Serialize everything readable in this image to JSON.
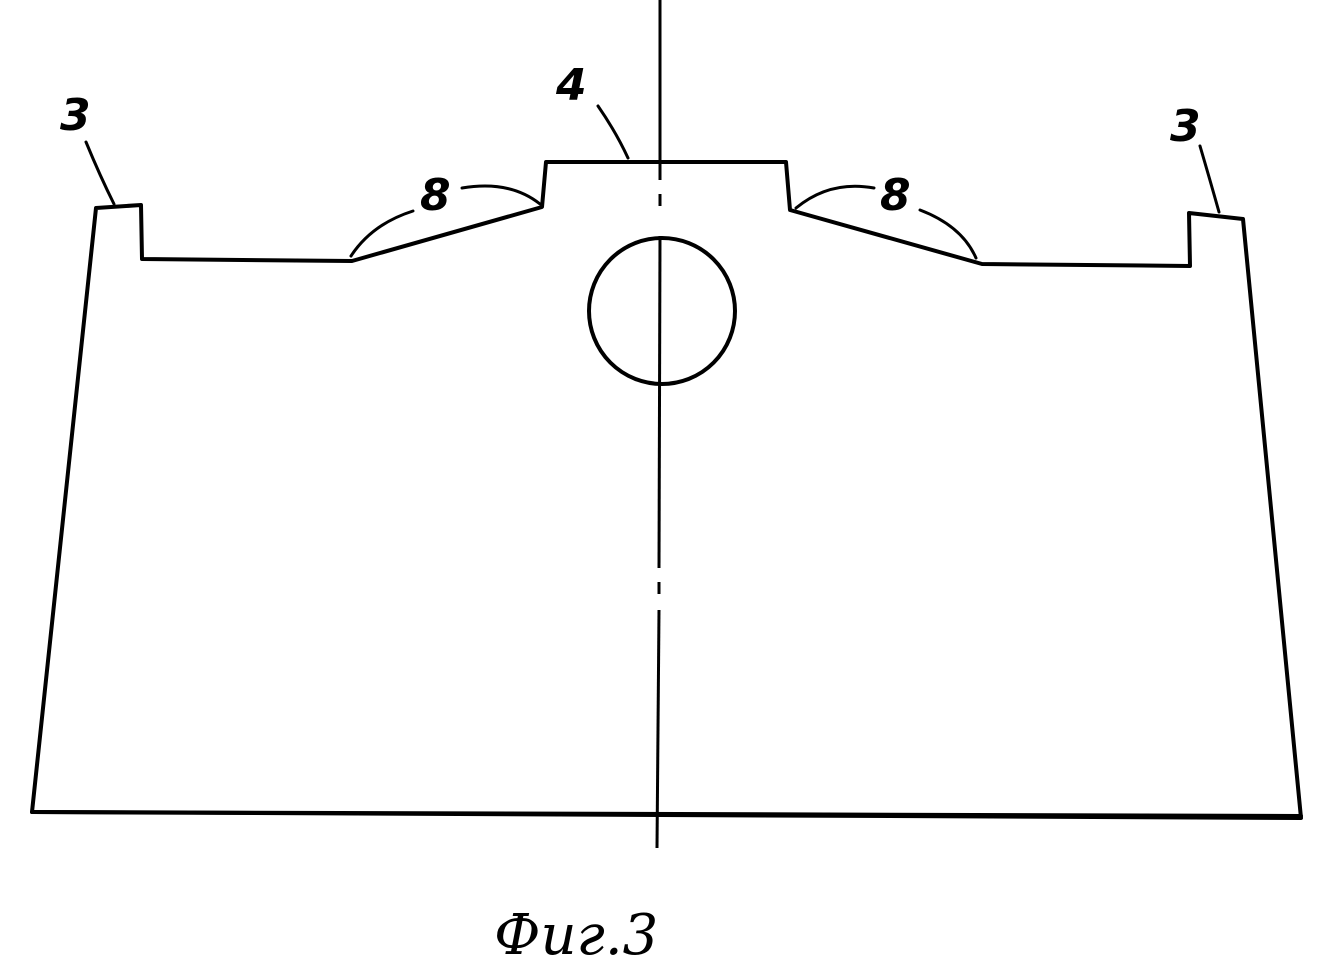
{
  "figure": {
    "caption": "Фиг.3",
    "labels": {
      "left_step": "3",
      "right_step": "3",
      "top_block": "4",
      "left_slope": "8",
      "right_slope": "8"
    }
  }
}
